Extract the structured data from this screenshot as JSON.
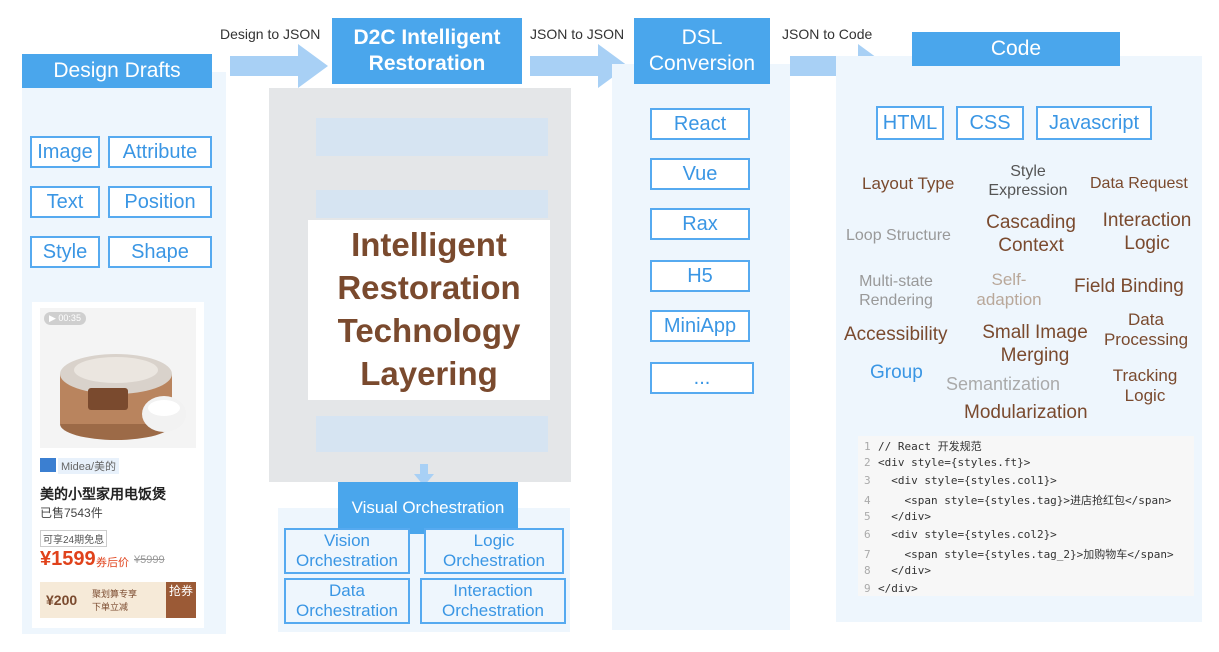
{
  "arrows": {
    "design_to_json": "Design to JSON",
    "json_to_json": "JSON to JSON",
    "json_to_code": "JSON to Code"
  },
  "drafts": {
    "title": "Design Drafts",
    "items": [
      "Image",
      "Attribute",
      "Text",
      "Position",
      "Style",
      "Shape"
    ]
  },
  "product": {
    "video_badge": "▶ 00:35",
    "brand": "Midea/美的",
    "name": "美的小型家用电饭煲",
    "sold": "已售7543件",
    "installment": "可享24期免息",
    "price": "¥1599",
    "price_note": "券后价",
    "old_price": "¥5999",
    "coupon": "¥200",
    "coupon_text_1": "聚划算专享",
    "coupon_text_2": "下单立减",
    "grab": "抢券"
  },
  "d2c": {
    "title": "D2C Intelligent Restoration",
    "center": "Intelligent Restoration Technology Layering"
  },
  "visual": {
    "title": "Visual Orchestration",
    "items": [
      "Vision Orchestration",
      "Logic Orchestration",
      "Data Orchestration",
      "Interaction Orchestration"
    ]
  },
  "dsl": {
    "title": "DSL Conversion",
    "items": [
      "React",
      "Vue",
      "Rax",
      "H5",
      "MiniApp",
      "..."
    ]
  },
  "code": {
    "title": "Code",
    "langs": [
      "HTML",
      "CSS",
      "Javascript"
    ],
    "cloud": [
      "Layout Type",
      "Style Expression",
      "Data Request",
      "Loop Structure",
      "Cascading Context",
      "Interaction Logic",
      "Multi-state Rendering",
      "Self-adaption",
      "Field Binding",
      "Accessibility",
      "Small Image Merging",
      "Data Processing",
      "Group",
      "Semantization",
      "Tracking Logic",
      "Modularization"
    ],
    "snippet": [
      "// React 开发规范",
      "<div style={styles.ft}>",
      "  <div style={styles.col1}>",
      "    <span style={styles.tag}>进店抢红包</span>",
      "  </div>",
      "  <div style={styles.col2}>",
      "    <span style={styles.tag_2}>加购物车</span>",
      "  </div>",
      "</div>"
    ]
  },
  "colors": {
    "accent_blue": "#4aa6ec",
    "panel_bg": "#eef6fd",
    "brown": "#7a4a2e",
    "gray": "#999999"
  }
}
